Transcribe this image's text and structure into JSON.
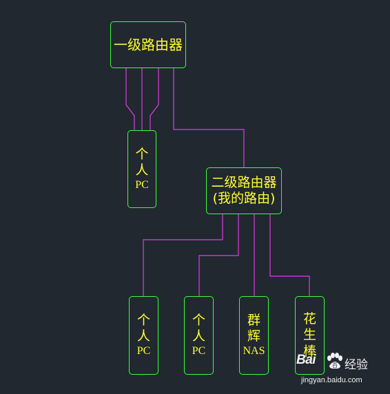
{
  "colors": {
    "background": "#212830",
    "box_border": "#3cff3c",
    "box_text": "#ffff33",
    "connector": "#e23be6"
  },
  "nodes": {
    "primary_router": {
      "lines": [
        "一级路由器"
      ]
    },
    "pc_1": {
      "lines": [
        "个",
        "人",
        "PC"
      ]
    },
    "secondary_router": {
      "lines": [
        "二级路由器",
        "(我的路由)"
      ]
    },
    "pc_2": {
      "lines": [
        "个",
        "人",
        "PC"
      ]
    },
    "pc_3": {
      "lines": [
        "个",
        "人",
        "PC"
      ]
    },
    "nas": {
      "lines": [
        "群",
        "辉",
        "NAS"
      ]
    },
    "tv_box": {
      "lines": [
        "花",
        "生",
        "棒"
      ]
    }
  },
  "watermark": {
    "brand": "Bai",
    "brand_tail": "百",
    "label": "经验",
    "url": "jingyan.baidu.com",
    "icon": "paw-icon"
  }
}
